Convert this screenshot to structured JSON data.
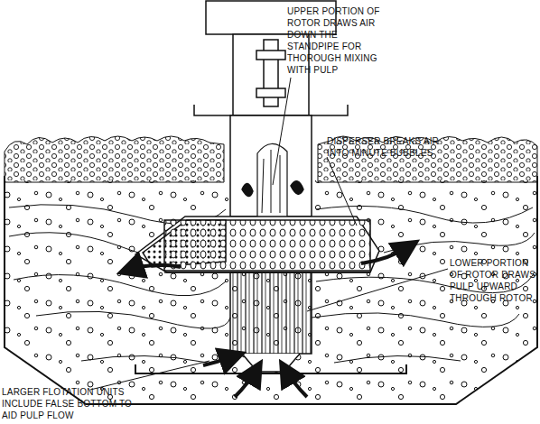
{
  "diagram": {
    "labels": [
      "UPPER PORTION OF ROTOR DRAWS AIR DOWN THE STANDPIPE FOR THOROUGH MIXING WITH PULP",
      "DISPERSER BREAKS AIR INTO MINUTE BUBBLES",
      "LOWER PORTION OF ROTOR DRAWS PULP UPWARD THROUGH ROTOR",
      "LARGER FLOTATION UNITS INCLUDE FALSE BOTTOM TO AID PULP FLOW"
    ]
  }
}
